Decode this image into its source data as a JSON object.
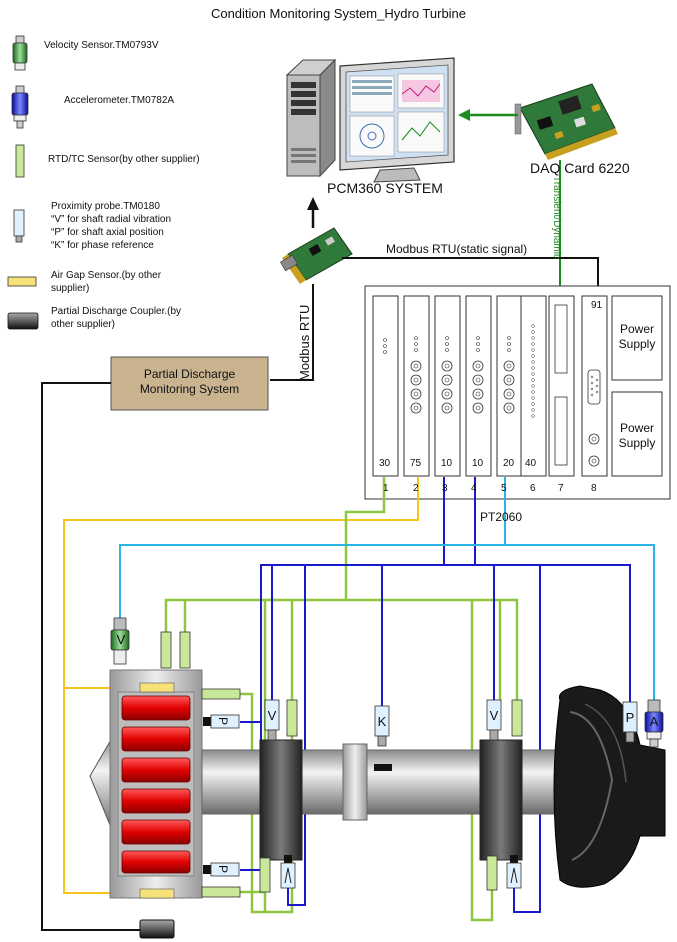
{
  "title": "Condition Monitoring System_Hydro Turbine",
  "legend": [
    {
      "icon": "velocity-sensor-icon",
      "label": "Velocity Sensor.TM0793V"
    },
    {
      "icon": "accelerometer-icon",
      "label": "Accelerometer.TM0782A"
    },
    {
      "icon": "rtd-tc-sensor-icon",
      "label": "RTD/TC Sensor(by other supplier)"
    },
    {
      "icon": "proximity-probe-icon",
      "label": "Proximity probe.TM0180",
      "lines": [
        "“V”  for shaft radial vibration",
        "“P”  for shaft axial position",
        "“K”  for phase reference"
      ]
    },
    {
      "icon": "air-gap-sensor-icon",
      "label": "Air Gap Sensor.(by other",
      "label2": "supplier)"
    },
    {
      "icon": "partial-discharge-coupler-icon",
      "label": "Partial Discharge Coupler.(by",
      "label2": "other supplier)"
    }
  ],
  "system": {
    "pcm_label": "PCM360 SYSTEM",
    "daq_label": "DAQ  Card  6220",
    "transient_label": "Transient/Dynamic",
    "modbus_static_label": "Modbus  RTU(static signal)",
    "modbus_label": "Modbus  RTU",
    "pd_system_line1": "Partial Discharge",
    "pd_system_line2": "Monitoring System",
    "pt_label": "PT2060"
  },
  "rack": {
    "slots": [
      {
        "num": "1",
        "code": "30"
      },
      {
        "num": "2",
        "code": "75"
      },
      {
        "num": "3",
        "code": "10"
      },
      {
        "num": "4",
        "code": "10"
      },
      {
        "num": "5",
        "code": "20"
      },
      {
        "num": "6",
        "code": "40"
      },
      {
        "num": "7",
        "code": ""
      },
      {
        "num": "8",
        "code": ""
      }
    ],
    "slot8_top": "91",
    "power1_line1": "Power",
    "power1_line2": "Supply",
    "power2_line1": "Power",
    "power2_line2": "Supply"
  },
  "sensors": {
    "velocity_letter": "V",
    "accel_letter": "A",
    "axial_letter": "P",
    "phase_letter": "K",
    "radial_letter": "V",
    "radial_left_letter": "P"
  },
  "colors": {
    "yellow": "#f5c518",
    "green": "#8dc63f",
    "blue": "#1a1acc",
    "cyan": "#29b6e6",
    "black": "#111111",
    "dark_green": "#1e8b1e",
    "pd_box": "#c9b48f",
    "rotor_red": "#e00000"
  }
}
